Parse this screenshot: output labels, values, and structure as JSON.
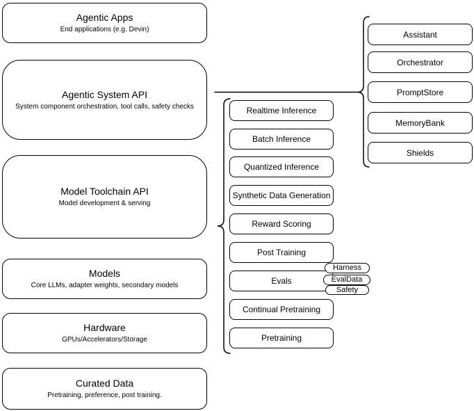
{
  "colors": {
    "stroke": "#000000",
    "canvas_bg": "#ffffff",
    "text": "#000000"
  },
  "stack": {
    "agentic_apps": {
      "title": "Agentic Apps",
      "subtitle": "End applications (e.g. Devin)"
    },
    "agentic_system_api": {
      "title": "Agentic System API",
      "subtitle": "System component orchestration, tool calls, safety checks"
    },
    "model_toolchain_api": {
      "title": "Model Toolchain API",
      "subtitle": "Model development & serving"
    },
    "models": {
      "title": "Models",
      "subtitle": "Core LLMs, adapter weights, secondary models"
    },
    "hardware": {
      "title": "Hardware",
      "subtitle": "GPUs/Accelerators/Storage"
    },
    "curated_data": {
      "title": "Curated Data",
      "subtitle": "Pretraining, preference, post training."
    }
  },
  "toolchain_services": [
    "Realtime Inference",
    "Batch Inference",
    "Quantized Inference",
    "Synthetic Data Generation",
    "Reward Scoring",
    "Post Training",
    "Evals",
    "Continual Pretraining",
    "Pretraining"
  ],
  "eval_components": [
    "Harness",
    "EvalData",
    "Safety"
  ],
  "agentic_system_components": [
    "Assistant",
    "Orchestrator",
    "PromptStore",
    "MemoryBank",
    "Shields"
  ]
}
